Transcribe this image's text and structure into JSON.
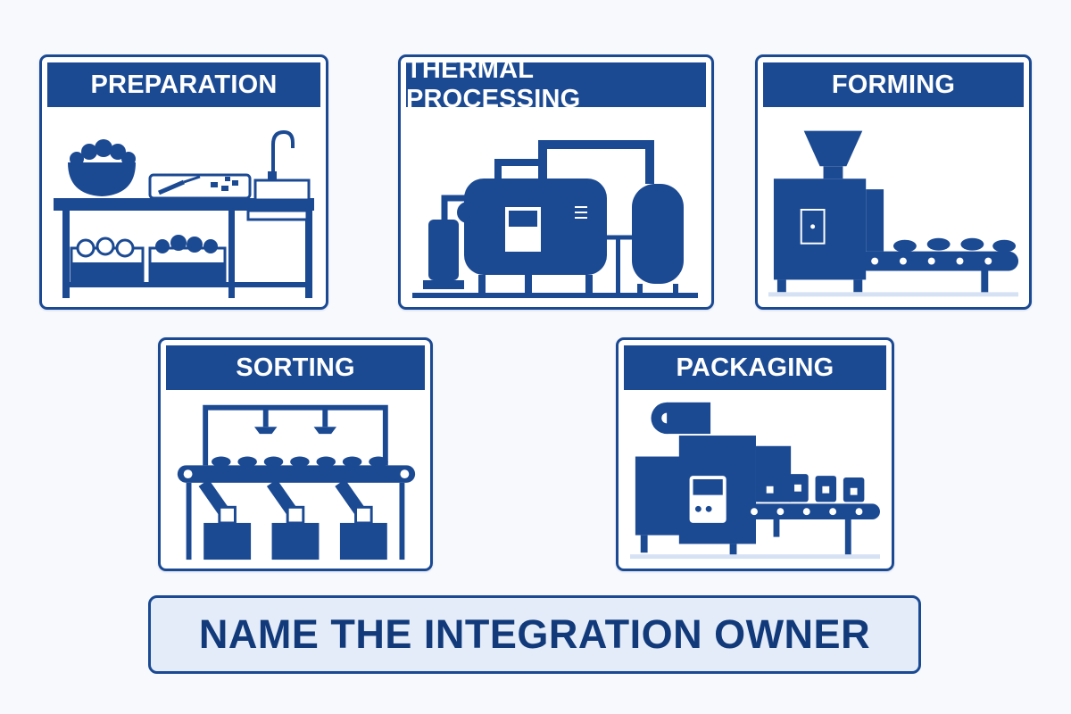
{
  "colors": {
    "primary": "#1b4a93",
    "background": "#f7f9fd",
    "card_background": "#ffffff",
    "cta_background": "#e3ecf8",
    "cta_text": "#123a7a"
  },
  "stages": [
    {
      "title": "PREPARATION",
      "icon": "prep-table-icon"
    },
    {
      "title": "THERMAL PROCESSING",
      "icon": "thermal-processor-icon"
    },
    {
      "title": "FORMING",
      "icon": "forming-machine-icon"
    },
    {
      "title": "SORTING",
      "icon": "sorting-conveyor-icon"
    },
    {
      "title": "PACKAGING",
      "icon": "packaging-machine-icon"
    }
  ],
  "cta": {
    "label": "NAME THE INTEGRATION OWNER"
  }
}
